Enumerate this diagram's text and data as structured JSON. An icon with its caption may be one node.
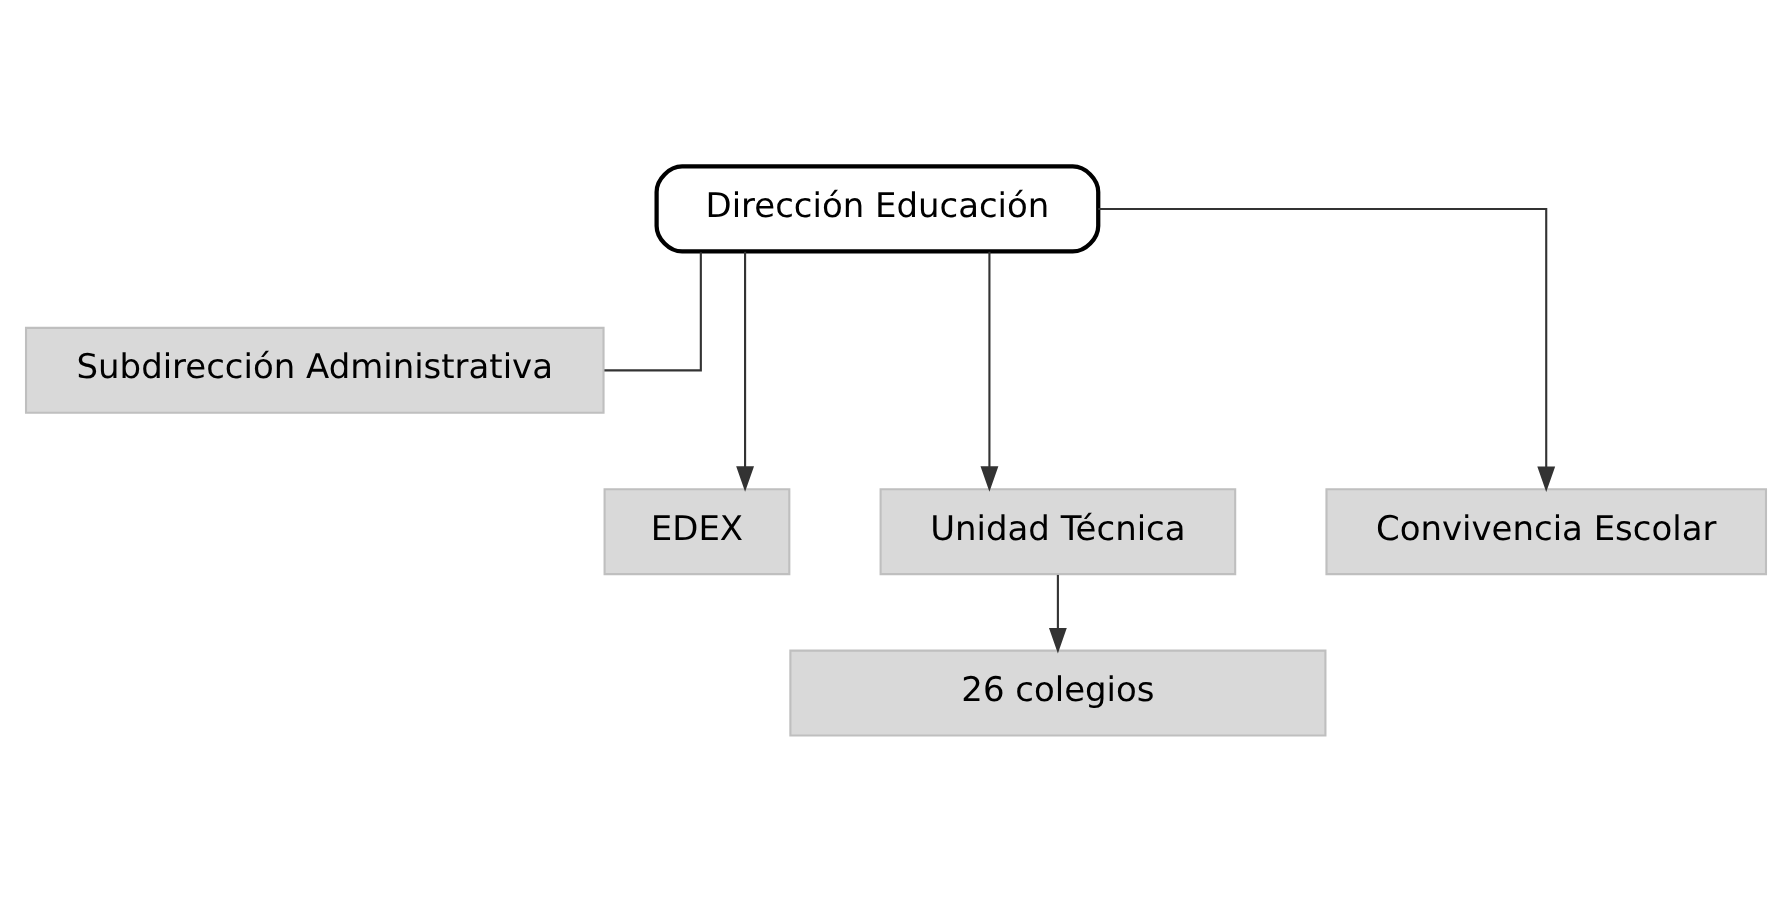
{
  "diagram": {
    "nodes": [
      {
        "text": [
          "Dirección Educación"
        ]
      },
      {
        "text": [
          "Subdirección Administrativa"
        ]
      },
      {
        "text": [
          "EDEX"
        ]
      },
      {
        "text": [
          "Unidad Técnica"
        ]
      },
      {
        "text": [
          "Convivencia Escolar"
        ]
      },
      {
        "text": [
          "26 colegios"
        ]
      }
    ],
    "edges": [
      {
        "from": 0,
        "to": 1,
        "arrow": "none"
      },
      {
        "from": 0,
        "to": 2,
        "arrow": "to"
      },
      {
        "from": 0,
        "to": 3,
        "arrow": "to"
      },
      {
        "from": 0,
        "to": 4,
        "arrow": "to"
      },
      {
        "from": 3,
        "to": 5,
        "arrow": "to"
      }
    ]
  }
}
